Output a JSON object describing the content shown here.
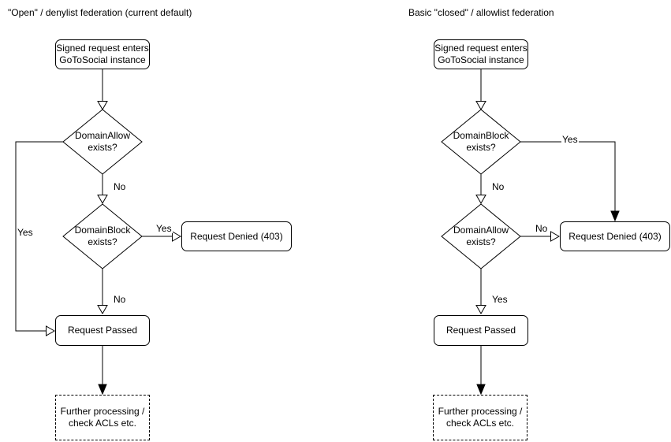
{
  "colors": {
    "stroke": "#000000",
    "background": "#ffffff",
    "text": "#000000"
  },
  "charts": {
    "left": {
      "title": "\"Open\" / denylist federation (current default)",
      "nodes": {
        "start": "Signed request enters\nGoToSocial instance",
        "decision_allow": "DomainAllow\nexists?",
        "decision_block": "DomainBlock\nexists?",
        "denied": "Request Denied (403)",
        "passed": "Request Passed",
        "further": "Further processing /\ncheck ACLs etc."
      },
      "edges": {
        "allow_yes": "Yes",
        "allow_no": "No",
        "block_yes": "Yes",
        "block_no": "No"
      }
    },
    "right": {
      "title": "Basic \"closed\" / allowlist federation",
      "nodes": {
        "start": "Signed request enters\nGoToSocial instance",
        "decision_block": "DomainBlock\nexists?",
        "decision_allow": "DomainAllow\nexists?",
        "denied": "Request Denied (403)",
        "passed": "Request Passed",
        "further": "Further processing /\ncheck ACLs etc."
      },
      "edges": {
        "block_yes": "Yes",
        "block_no": "No",
        "allow_no": "No",
        "allow_yes": "Yes"
      }
    }
  }
}
